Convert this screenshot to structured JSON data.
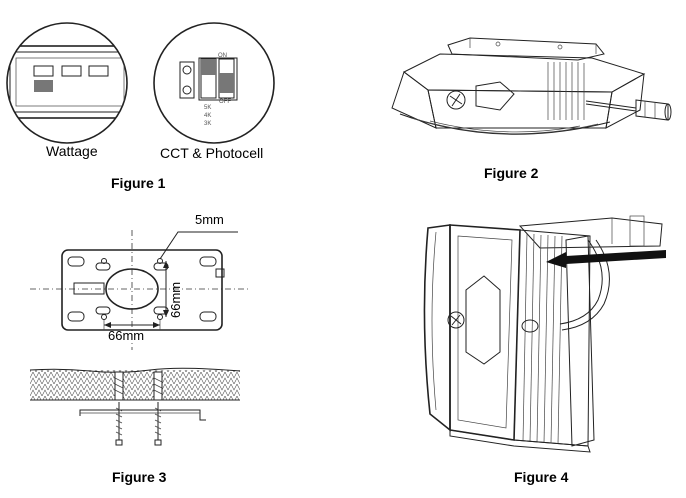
{
  "figure1": {
    "caption": "Figure 1",
    "left_label": "Wattage",
    "right_label": "CCT & Photocell",
    "switch_on": "ON",
    "switch_off": "OFF",
    "cct_options": [
      "5K",
      "4K",
      "3K"
    ]
  },
  "figure2": {
    "caption": "Figure 2"
  },
  "figure3": {
    "caption": "Figure 3",
    "dim_hole": "5mm",
    "dim_vertical": "66mm",
    "dim_horizontal": "66mm"
  },
  "figure4": {
    "caption": "Figure 4"
  }
}
